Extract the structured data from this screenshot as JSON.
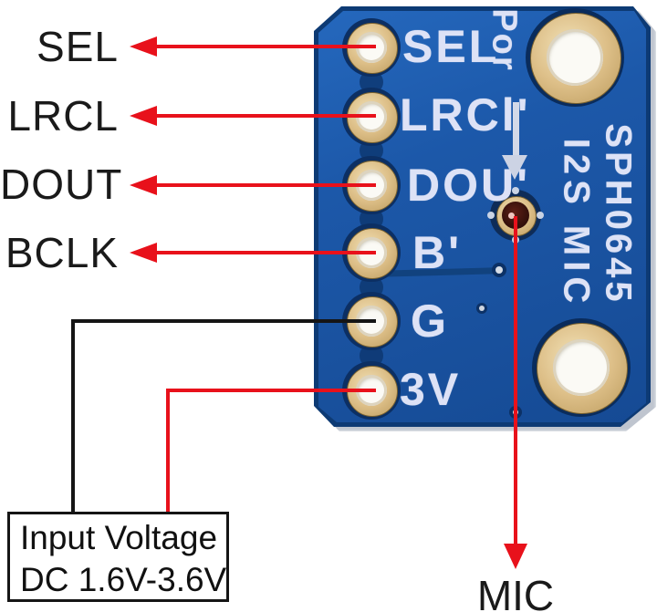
{
  "callouts": {
    "left_labels": [
      "SEL",
      "LRCL",
      "DOUT",
      "BCLK"
    ],
    "mic_label": "MIC",
    "voltage_box": {
      "line1": "Input Voltage",
      "line2": "DC 1.6V-3.6V"
    }
  },
  "board": {
    "silkscreen_pins": [
      "SEL",
      "LRCl'",
      "DOU'",
      "B'",
      "G",
      "3V"
    ],
    "top_text": "Por",
    "part_number": "SPH0645",
    "interface_label": "I2S MIC"
  },
  "colors": {
    "pcb_blue": "#1c58a9",
    "pcb_dark_edge": "#0d3a74",
    "silkscreen_white": "#dde2f6",
    "pad_gold": "#ddbf88",
    "mic_center_maroon": "#3a120c",
    "arrow_red": "#e8111b",
    "wire_black": "#151515"
  }
}
